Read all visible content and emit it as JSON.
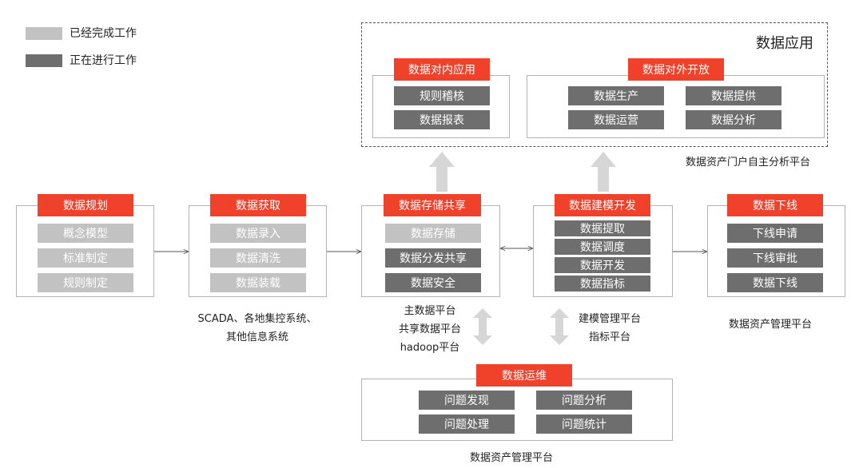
{
  "legend": [
    {
      "label": "已经完成工作",
      "color": "#c2c2c2"
    },
    {
      "label": "正在进行工作",
      "color": "#6e6e6e"
    }
  ],
  "data_app": {
    "title": "数据应用",
    "internal": {
      "header": "数据对内应用",
      "items": [
        "规则稽核",
        "数据报表"
      ]
    },
    "external": {
      "header": "数据对外开放",
      "items": [
        "数据生产",
        "数据提供",
        "数据运营",
        "数据分析"
      ]
    },
    "caption": "数据资产门户自主分析平台"
  },
  "planning": {
    "header": "数据规划",
    "items": [
      "概念模型",
      "标准制定",
      "规则制定"
    ]
  },
  "acquisition": {
    "header": "数据获取",
    "items": [
      "数据录入",
      "数据清洗",
      "数据装载"
    ],
    "caption_lines": [
      "SCADA、各地集控系统、",
      "其他信息系统"
    ]
  },
  "storage": {
    "header": "数据存储共享",
    "items": [
      "数据存储",
      "数据分发共享",
      "数据安全"
    ],
    "caption_lines": [
      "主数据平台",
      "共享数据平台",
      "hadoop平台"
    ]
  },
  "modeling": {
    "header": "数据建模开发",
    "items": [
      "数据提取",
      "数据调度",
      "数据开发",
      "数据指标"
    ],
    "caption_lines": [
      "建模管理平台",
      "指标平台"
    ]
  },
  "offline": {
    "header": "数据下线",
    "items": [
      "下线申请",
      "下线审批",
      "数据下线"
    ],
    "caption": "数据资产管理平台"
  },
  "ops": {
    "header": "数据运维",
    "items": [
      "问题发现",
      "问题分析",
      "问题处理",
      "问题统计"
    ],
    "caption": "数据资产管理平台"
  }
}
